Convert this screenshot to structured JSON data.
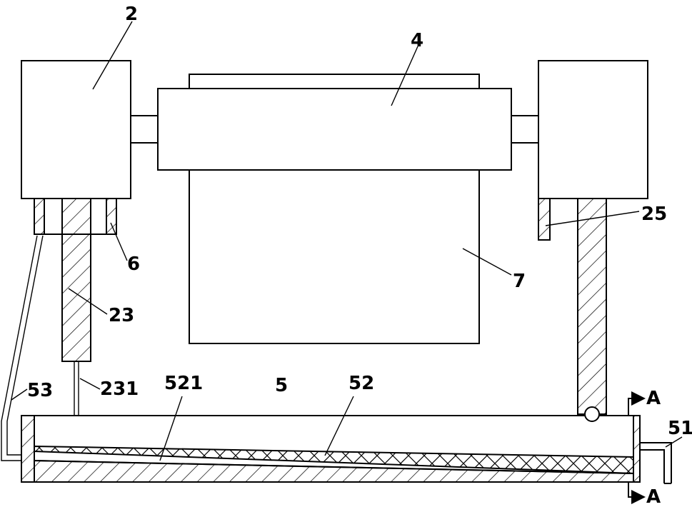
{
  "labels": {
    "l2": "2",
    "l4": "4",
    "l6": "6",
    "l7": "7",
    "l23": "23",
    "l231": "231",
    "l25": "25",
    "l5": "5",
    "l51": "51",
    "l52": "52",
    "l521": "521",
    "l53": "53",
    "sectionTop": "A",
    "sectionBottom": "A"
  },
  "colors": {
    "stroke": "#000000",
    "background": "#ffffff"
  }
}
